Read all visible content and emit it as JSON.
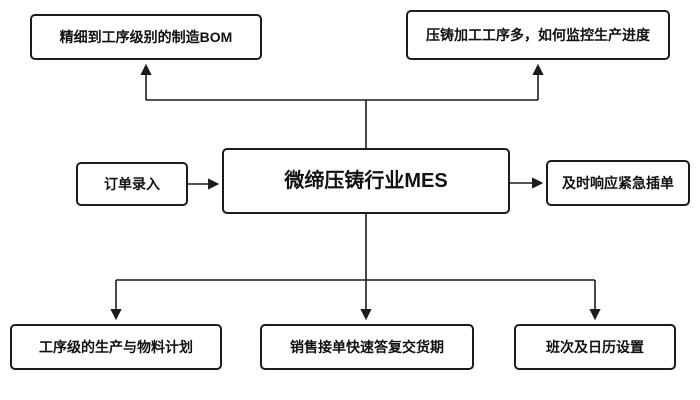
{
  "diagram": {
    "nodes": {
      "center": {
        "label": "微缔压铸行业MES"
      },
      "top_left": {
        "label": "精细到工序级别的制造BOM"
      },
      "top_right": {
        "label": "压铸加工工序多，如何监控生产进度"
      },
      "left": {
        "label": "订单录入"
      },
      "right": {
        "label": "及时响应紧急插单"
      },
      "bottom_left": {
        "label": "工序级的生产与物料计划"
      },
      "bottom_center": {
        "label": "销售接单快速答复交货期"
      },
      "bottom_right": {
        "label": "班次及日历设置"
      }
    },
    "line_color": "#1c1c1c"
  }
}
